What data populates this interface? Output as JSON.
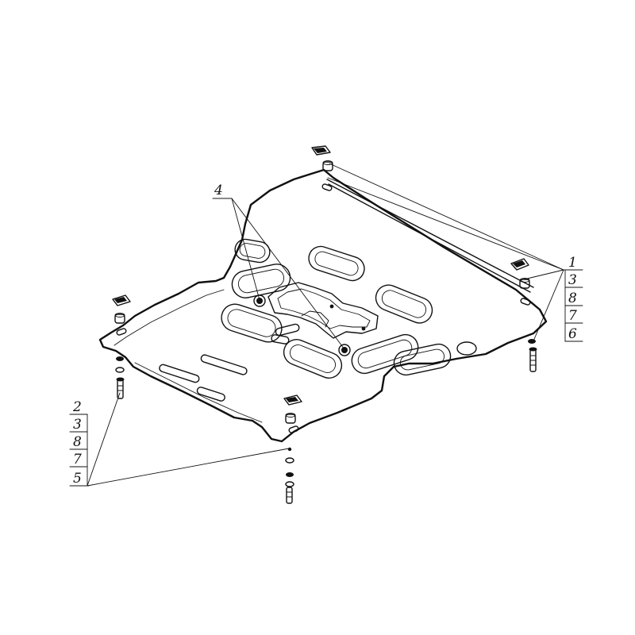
{
  "callouts": {
    "left_stack": [
      "2",
      "3",
      "8",
      "7",
      "5"
    ],
    "right_stack": [
      "1",
      "3",
      "8",
      "7",
      "6"
    ],
    "top_label": "4"
  }
}
